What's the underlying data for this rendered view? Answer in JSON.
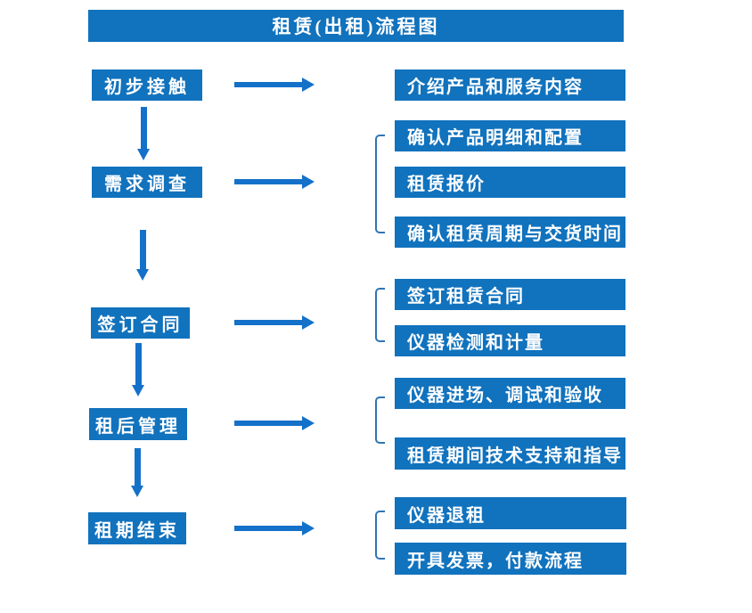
{
  "title": "租赁(出租)流程图",
  "stages": [
    {
      "label": "初步接触",
      "details": [
        "介绍产品和服务内容"
      ]
    },
    {
      "label": "需求调查",
      "details": [
        "确认产品明细和配置",
        "租赁报价",
        "确认租赁周期与交货时间"
      ]
    },
    {
      "label": "签订合同",
      "details": [
        "签订租赁合同",
        "仪器检测和计量"
      ]
    },
    {
      "label": "租后管理",
      "details": [
        "仪器进场、调试和验收",
        "租赁期间技术支持和指导"
      ]
    },
    {
      "label": "租期结束",
      "details": [
        "仪器退租",
        "开具发票，付款流程"
      ]
    }
  ],
  "colors": {
    "box_fill": "#1172BD",
    "arrow": "#1471C9",
    "bracket": "#2E75B6",
    "box_text": "#FFFFFF",
    "background": "#FFFFFF"
  }
}
